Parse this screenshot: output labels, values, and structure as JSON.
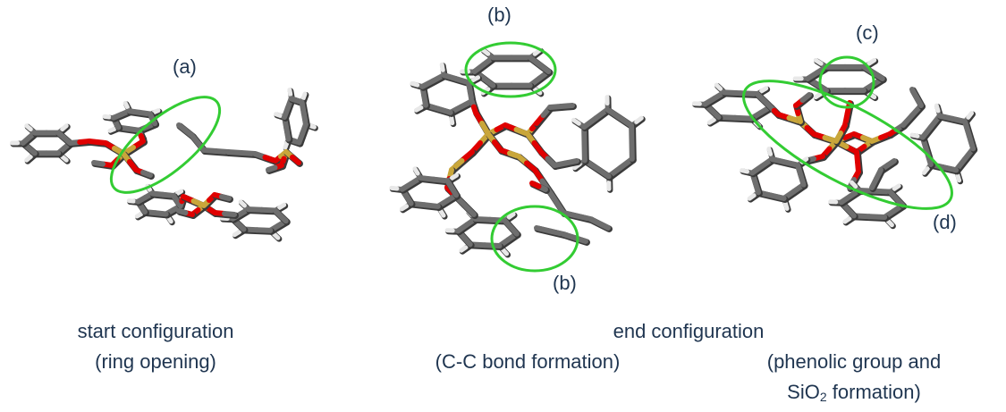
{
  "panels": [
    {
      "labels": [
        "(a)"
      ],
      "caption_lines": [
        "start configuration",
        "(ring opening)"
      ]
    },
    {
      "labels": [
        "(b)",
        "(b)"
      ],
      "caption_lines": [
        "end configuration",
        "(C-C bond formation)"
      ]
    },
    {
      "labels": [
        "(c)",
        "(d)"
      ],
      "caption_lines": [
        "(phenolic group and",
        "SiO",
        "2",
        " formation)"
      ]
    }
  ],
  "colors": {
    "highlight_circle": "#33cc33",
    "carbon": "#6e6e6e",
    "hydrogen": "#e8e8e8",
    "oxygen": "#e00000",
    "silicon": "#c9a63a",
    "text": "#1f3550"
  }
}
